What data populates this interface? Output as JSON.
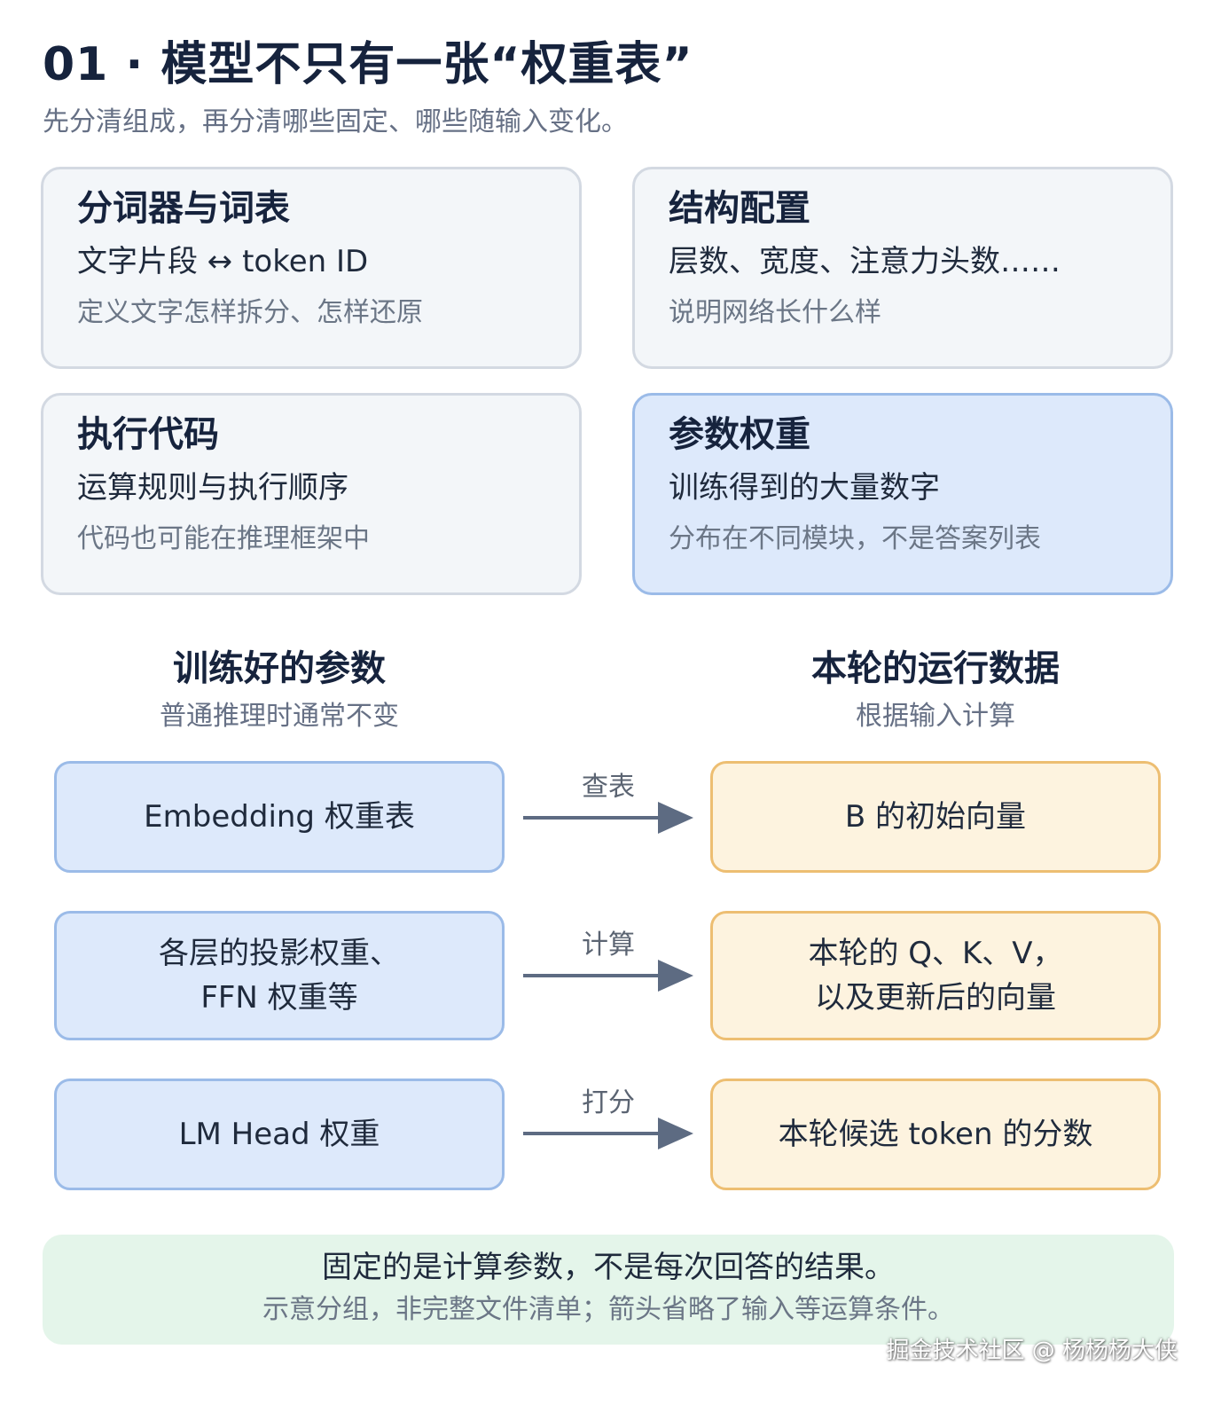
{
  "header": {
    "title": "01 · 模型不只有一张“权重表”",
    "subtitle": "先分清组成，再分清哪些固定、哪些随输入变化。"
  },
  "components": [
    {
      "title": "分词器与词表",
      "main": "文字片段 ↔ token ID",
      "sub": "定义文字怎样拆分、怎样还原"
    },
    {
      "title": "结构配置",
      "main": "层数、宽度、注意力头数……",
      "sub": "说明网络长什么样"
    },
    {
      "title": "执行代码",
      "main": "运算规则与执行顺序",
      "sub": "代码也可能在推理框架中"
    },
    {
      "title": "参数权重",
      "main": "训练得到的大量数字",
      "sub": "分布在不同模块，不是答案列表"
    }
  ],
  "columns": {
    "left": {
      "title": "训练好的参数",
      "subtitle": "普通推理时通常不变"
    },
    "right": {
      "title": "本轮的运行数据",
      "subtitle": "根据输入计算"
    }
  },
  "flows": [
    {
      "left": "Embedding 权重表",
      "action": "查表",
      "right": "B 的初始向量"
    },
    {
      "left": "各层的投影权重、\nFFN 权重等",
      "action": "计算",
      "right": "本轮的 Q、K、V，\n以及更新后的向量"
    },
    {
      "left": "LM Head 权重",
      "action": "打分",
      "right": "本轮候选 token 的分数"
    }
  ],
  "note": {
    "line1": "固定的是计算参数，不是每次回答的结果。",
    "line2": "示意分组，非完整文件清单；箭头省略了输入等运算条件。"
  },
  "watermark": "掘金技术社区 @ 杨杨杨大侠",
  "colors": {
    "card_bg": "#f3f6f9",
    "highlight_bg": "#dde9fb",
    "blue_border": "#9bbbe8",
    "orange_bg": "#fdf3df",
    "orange_border": "#edbe72",
    "note_bg": "#e4f5ea",
    "arrow": "#5d6b82"
  }
}
